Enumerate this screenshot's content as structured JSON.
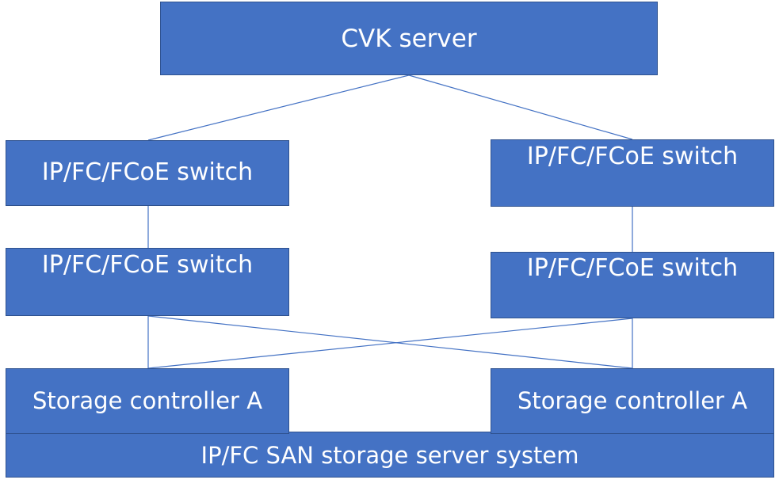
{
  "diagram": {
    "cvk_server": "CVK server",
    "switches": {
      "top_left": "IP/FC/FCoE switch",
      "top_right": "IP/FC/FCoE switch",
      "bottom_left": "IP/FC/FCoE switch",
      "bottom_right": "IP/FC/FCoE switch"
    },
    "storage_controllers": {
      "left": "Storage controller A",
      "right": "Storage controller A"
    },
    "storage_system": "IP/FC SAN storage server system"
  },
  "colors": {
    "box_fill": "#4472c4",
    "box_border": "#2f528f",
    "text": "#ffffff",
    "link_line": "#4472c4"
  }
}
